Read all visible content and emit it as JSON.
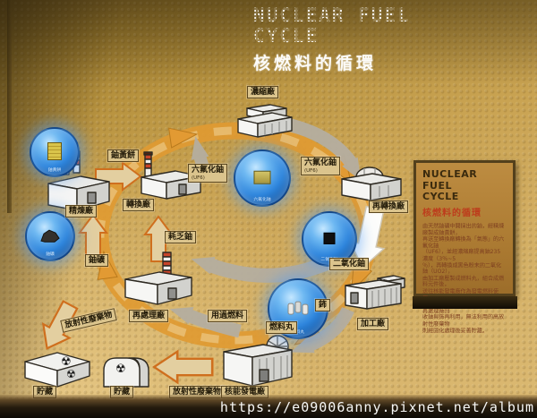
{
  "title": {
    "line1": "NUCLEAR FUEL",
    "line2": "CYCLE",
    "subtitle": "核燃料的循環"
  },
  "watermark": "https://e09006anny.pixnet.net/album",
  "icons": {
    "radiation": "☢"
  },
  "panel": {
    "title_line1": "NUCLEAR FUEL",
    "title_line2": "CYCLE",
    "subtitle": "核燃料的循環",
    "body_lines": [
      "由天然鈾礦中開採出的鈾，經精煉廠製成鈾黃餅，",
      "再送至轉換廠轉換為「氣態」的六氟化鈾",
      "（UF6），並經濃縮廠提高鈾235濃度（3％~5",
      "％），再轉換成黑色粉末的二氧化鈾（UO2），",
      "由加工廠壓製成燃料丸，組合成燃料元件後，",
      "送往核能發電廠作為發電燃料使用。",
      "用過的燃料經冷卻貯存後，可送往再處理廠回",
      "收鈾與鈽再利用，無法利用的高放射性廢棄物",
      "則經固化處理後妥善貯藏。"
    ]
  },
  "diagram": {
    "plants": {
      "enrichment": "濃縮廠",
      "conversion": "轉換廠",
      "refining": "精煉廠",
      "reconversion": "再轉換廠",
      "fabrication": "加工廠",
      "power": "核能發電廠",
      "reprocessing": "再處理廠",
      "storage": "貯藏"
    },
    "materials": {
      "ore": "鈾礦",
      "yellowcake": "鈾黃餅",
      "uf6": "六氟化鈾",
      "uf6_sub": "(UF6)",
      "uo2": "二氧化鈾",
      "depleted": "耗乏鈾",
      "spent_fuel": "用過燃料",
      "pellet": "燃料丸",
      "plutonium": "鈽",
      "waste": "放射性廢棄物"
    }
  }
}
